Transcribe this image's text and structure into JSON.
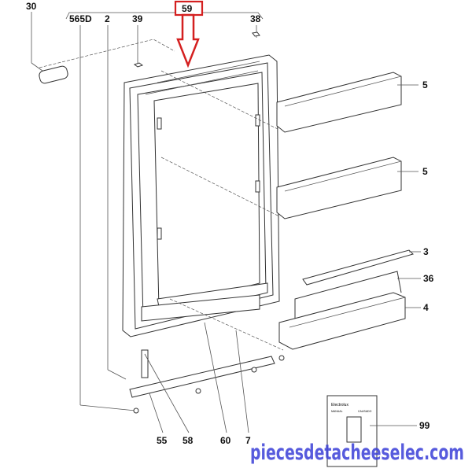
{
  "labels": {
    "p30": "30",
    "p565d": "565D",
    "p2": "2",
    "p39": "39",
    "p59": "59",
    "p38": "38",
    "p5a": "5",
    "p5b": "5",
    "p3": "3",
    "p36": "36",
    "p4": "4",
    "p55": "55",
    "p58": "58",
    "p60": "60",
    "p7": "7",
    "p99": "99"
  },
  "manual": {
    "brand": "Electrolux",
    "left_text": "MANUAL",
    "right_text": "CAUSADO"
  },
  "watermark": "piecesdetacheeselec.com",
  "colors": {
    "highlight": "#d42020",
    "watermark": "#3a3fd8"
  }
}
